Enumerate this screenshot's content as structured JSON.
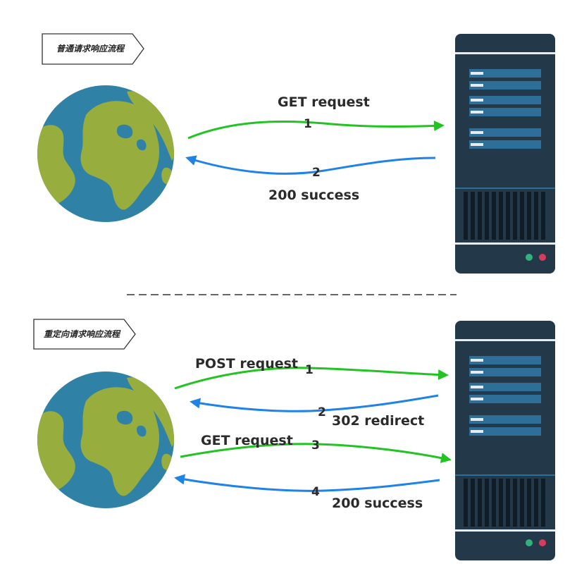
{
  "colors": {
    "request_arrow": "#22c322",
    "response_arrow": "#1e82e6",
    "server_body": "#23394a",
    "server_slot": "#2d6f98",
    "globe_ocean": "#2f82a6",
    "globe_land": "#97ad3e",
    "led_green": "#2fb37a",
    "led_red": "#d63c5c"
  },
  "top": {
    "tag": "普通请求响应流程",
    "step1": {
      "label": "GET request",
      "num": "1"
    },
    "step2": {
      "label": "200 success",
      "num": "2"
    }
  },
  "bottom": {
    "tag": "重定向请求响应流程",
    "step1": {
      "label": "POST request",
      "num": "1"
    },
    "step2": {
      "label": "302 redirect",
      "num": "2"
    },
    "step3": {
      "label": "GET request",
      "num": "3"
    },
    "step4": {
      "label": "200 success",
      "num": "4"
    }
  }
}
